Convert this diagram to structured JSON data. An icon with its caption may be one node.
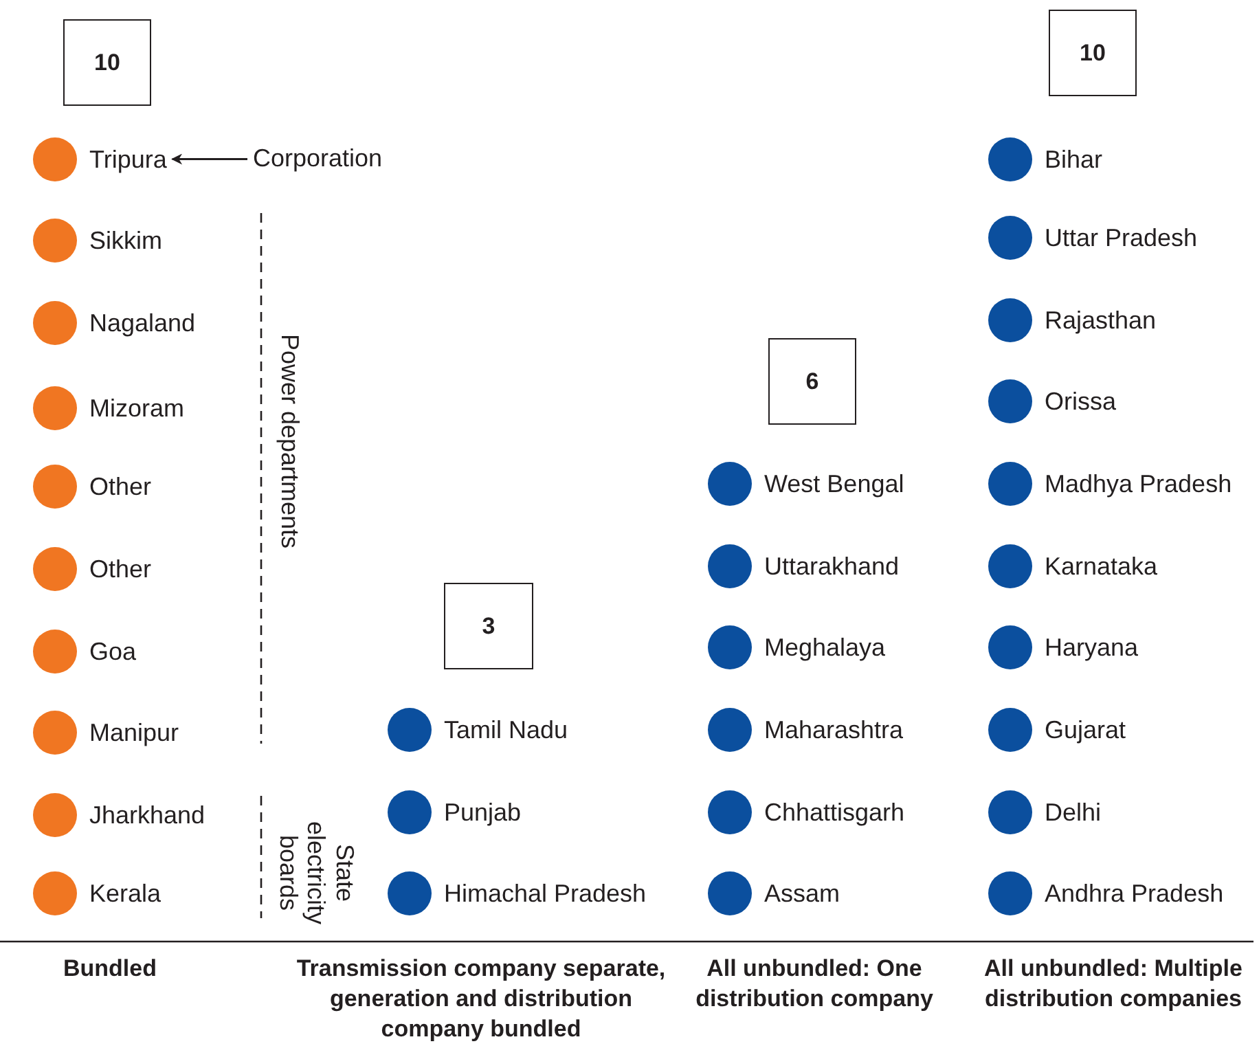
{
  "diagram": {
    "nodes": [
      {
        "text": [
          "10"
        ]
      },
      {
        "text": [],
        "shape": "circle",
        "beside": [
          "Tripura"
        ]
      },
      {
        "text": [],
        "shape": "circle",
        "beside": [
          "Sikkim"
        ]
      },
      {
        "text": [],
        "shape": "circle",
        "beside": [
          "Nagaland"
        ]
      },
      {
        "text": [],
        "shape": "circle",
        "beside": [
          "Mizoram"
        ]
      },
      {
        "text": [],
        "shape": "circle",
        "beside": [
          "Other"
        ]
      },
      {
        "text": [],
        "shape": "circle",
        "beside": [
          "Other"
        ]
      },
      {
        "text": [],
        "shape": "circle",
        "beside": [
          "Goa"
        ]
      },
      {
        "text": [],
        "shape": "circle",
        "beside": [
          "Manipur"
        ]
      },
      {
        "text": [],
        "shape": "circle",
        "beside": [
          "Jharkhand"
        ]
      },
      {
        "text": [],
        "shape": "circle",
        "beside": [
          "Kerala"
        ]
      },
      {
        "text": [
          "Corporation"
        ]
      },
      {
        "text": [
          "3"
        ]
      },
      {
        "text": [],
        "shape": "circle",
        "beside": [
          "Tamil Nadu"
        ]
      },
      {
        "text": [],
        "shape": "circle",
        "beside": [
          "Punjab"
        ]
      },
      {
        "text": [],
        "shape": "circle",
        "beside": [
          "Himachal Pradesh"
        ]
      },
      {
        "text": [
          "6"
        ]
      },
      {
        "text": [],
        "shape": "circle",
        "beside": [
          "West Bengal"
        ]
      },
      {
        "text": [],
        "shape": "circle",
        "beside": [
          "Uttarakhand"
        ]
      },
      {
        "text": [],
        "shape": "circle",
        "beside": [
          "Meghalaya"
        ]
      },
      {
        "text": [],
        "shape": "circle",
        "beside": [
          "Maharashtra"
        ]
      },
      {
        "text": [],
        "shape": "circle",
        "beside": [
          "Chhattisgarh"
        ]
      },
      {
        "text": [],
        "shape": "circle",
        "beside": [
          "Assam"
        ]
      },
      {
        "text": [
          "10"
        ]
      },
      {
        "text": [],
        "shape": "circle",
        "beside": [
          "Bihar"
        ]
      },
      {
        "text": [],
        "shape": "circle",
        "beside": [
          "Uttar Pradesh"
        ]
      },
      {
        "text": [],
        "shape": "circle",
        "beside": [
          "Rajasthan"
        ]
      },
      {
        "text": [],
        "shape": "circle",
        "beside": [
          "Orissa"
        ]
      },
      {
        "text": [],
        "shape": "circle",
        "beside": [
          "Madhya Pradesh"
        ]
      },
      {
        "text": [],
        "shape": "circle",
        "beside": [
          "Karnataka"
        ]
      },
      {
        "text": [],
        "shape": "circle",
        "beside": [
          "Haryana"
        ]
      },
      {
        "text": [],
        "shape": "circle",
        "beside": [
          "Gujarat"
        ]
      },
      {
        "text": [],
        "shape": "circle",
        "beside": [
          "Delhi"
        ]
      },
      {
        "text": [],
        "shape": "circle",
        "beside": [
          "Andhra Pradesh"
        ]
      }
    ],
    "edges": [
      {
        "from": 11,
        "to": 1,
        "arrow": "to"
      }
    ],
    "labels": [
      "Power departments",
      "State electricity boards",
      "Bundled",
      "Transmission company separate, generation and distribution company bundled",
      "All unbundled: One distribution company",
      "All unbundled: Multiple distribution companies"
    ]
  }
}
